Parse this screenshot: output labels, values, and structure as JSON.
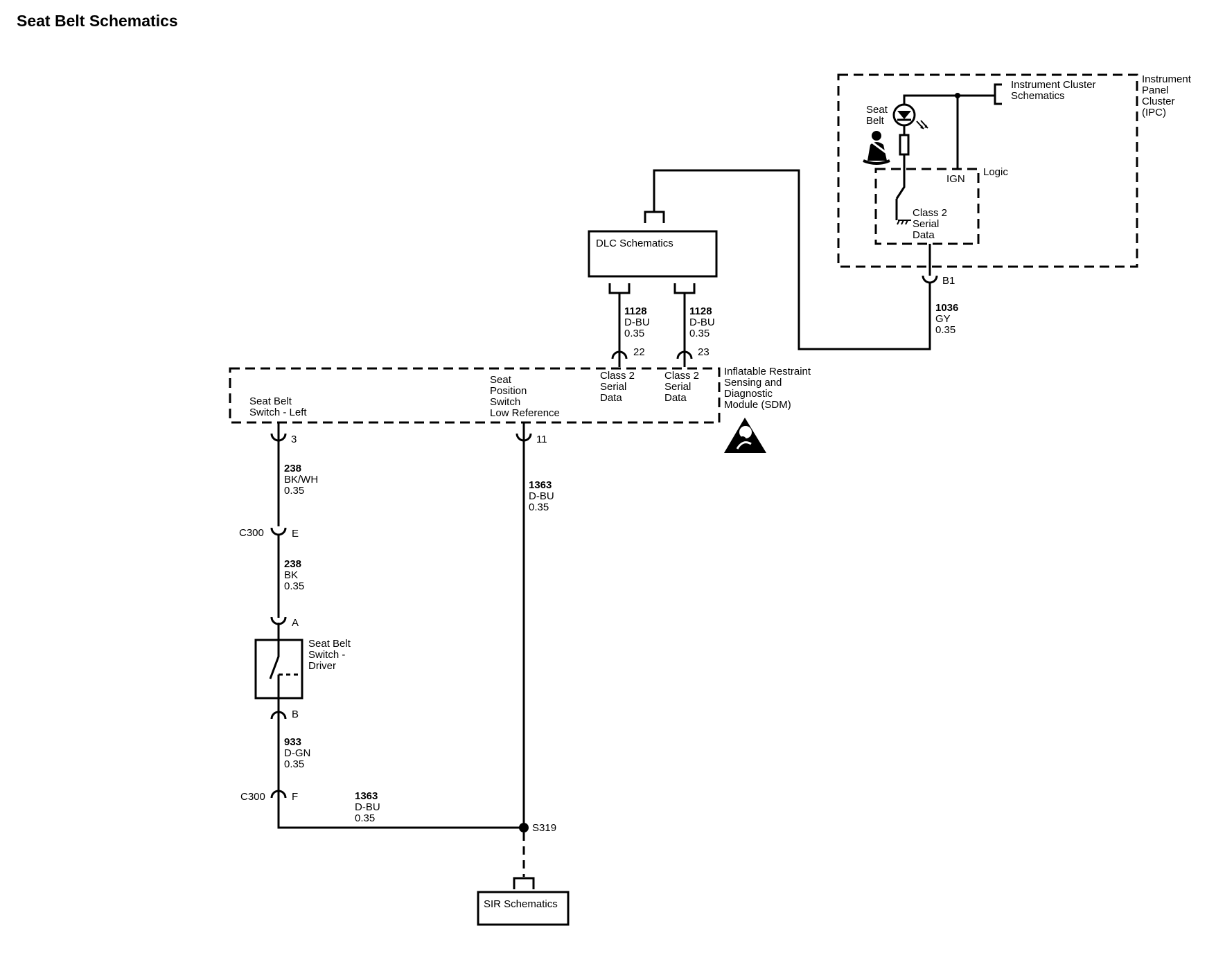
{
  "title": "Seat Belt Schematics",
  "modules": {
    "ipc": {
      "lines": [
        "Instrument",
        "Panel",
        "Cluster",
        "(IPC)"
      ]
    },
    "ipc_ref": {
      "lines": [
        "Instrument Cluster",
        "Schematics"
      ]
    },
    "seat_belt_indicator": {
      "lines": [
        "Seat",
        "Belt"
      ]
    },
    "logic": "Logic",
    "ign": "IGN",
    "ipc_class2": {
      "lines": [
        "Class 2",
        "Serial",
        "Data"
      ]
    },
    "dlc": "DLC Schematics",
    "sdm": {
      "lines": [
        "Inflatable Restraint",
        "Sensing and",
        "Diagnostic",
        "Module (SDM)"
      ]
    },
    "sdm_class2_a": {
      "lines": [
        "Class 2",
        "Serial",
        "Data"
      ]
    },
    "sdm_class2_b": {
      "lines": [
        "Class 2",
        "Serial",
        "Data"
      ]
    },
    "seat_position": {
      "lines": [
        "Seat",
        "Position",
        "Switch",
        "Low Reference"
      ]
    },
    "seat_belt_switch_left": {
      "lines": [
        "Seat Belt",
        "Switch - Left"
      ]
    },
    "seat_belt_switch_driver": {
      "lines": [
        "Seat Belt",
        "Switch -",
        "Driver"
      ]
    },
    "sir": "SIR Schematics"
  },
  "pins": {
    "b1": "B1",
    "p22": "22",
    "p23": "23",
    "p3": "3",
    "p11": "11",
    "e": "E",
    "a": "A",
    "b": "B",
    "f": "F"
  },
  "connectors": {
    "c300_e": "C300",
    "c300_f": "C300"
  },
  "splices": {
    "s319": "S319"
  },
  "wires": {
    "w1036": {
      "circuit": "1036",
      "color": "GY",
      "gauge": "0.35"
    },
    "w1128_a": {
      "circuit": "1128",
      "color": "D-BU",
      "gauge": "0.35"
    },
    "w1128_b": {
      "circuit": "1128",
      "color": "D-BU",
      "gauge": "0.35"
    },
    "w238_bkwh": {
      "circuit": "238",
      "color": "BK/WH",
      "gauge": "0.35"
    },
    "w238_bk": {
      "circuit": "238",
      "color": "BK",
      "gauge": "0.35"
    },
    "w933": {
      "circuit": "933",
      "color": "D-GN",
      "gauge": "0.35"
    },
    "w1363_v": {
      "circuit": "1363",
      "color": "D-BU",
      "gauge": "0.35"
    },
    "w1363_h": {
      "circuit": "1363",
      "color": "D-BU",
      "gauge": "0.35"
    }
  }
}
